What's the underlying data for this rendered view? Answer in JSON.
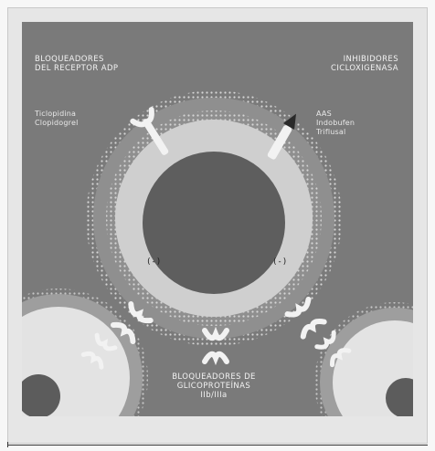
{
  "labels": {
    "adp_blockers": "BLOQUEADORES\nDEL RECEPTOR ADP",
    "cox_inhibitors": "INHIBIDORES\nCICLOXIGENASA",
    "adp_drugs": "Ticlopidina\nClopidogrel",
    "cox_drugs": "AAS\nIndobufen\nTriflusal",
    "gp_blockers": "BLOQUEADORES DE\nGLICOPROTEÍNAS\nIIb/IIIa",
    "sign_left": "(-)",
    "sign_right": "(-)"
  },
  "colors": {
    "background": "#7a7a7a",
    "membrane": "#a9a9a9",
    "cytoplasm": "#c8c8c8",
    "nucleus": "#5f5f5f",
    "receptor": "#f2f2f2"
  }
}
